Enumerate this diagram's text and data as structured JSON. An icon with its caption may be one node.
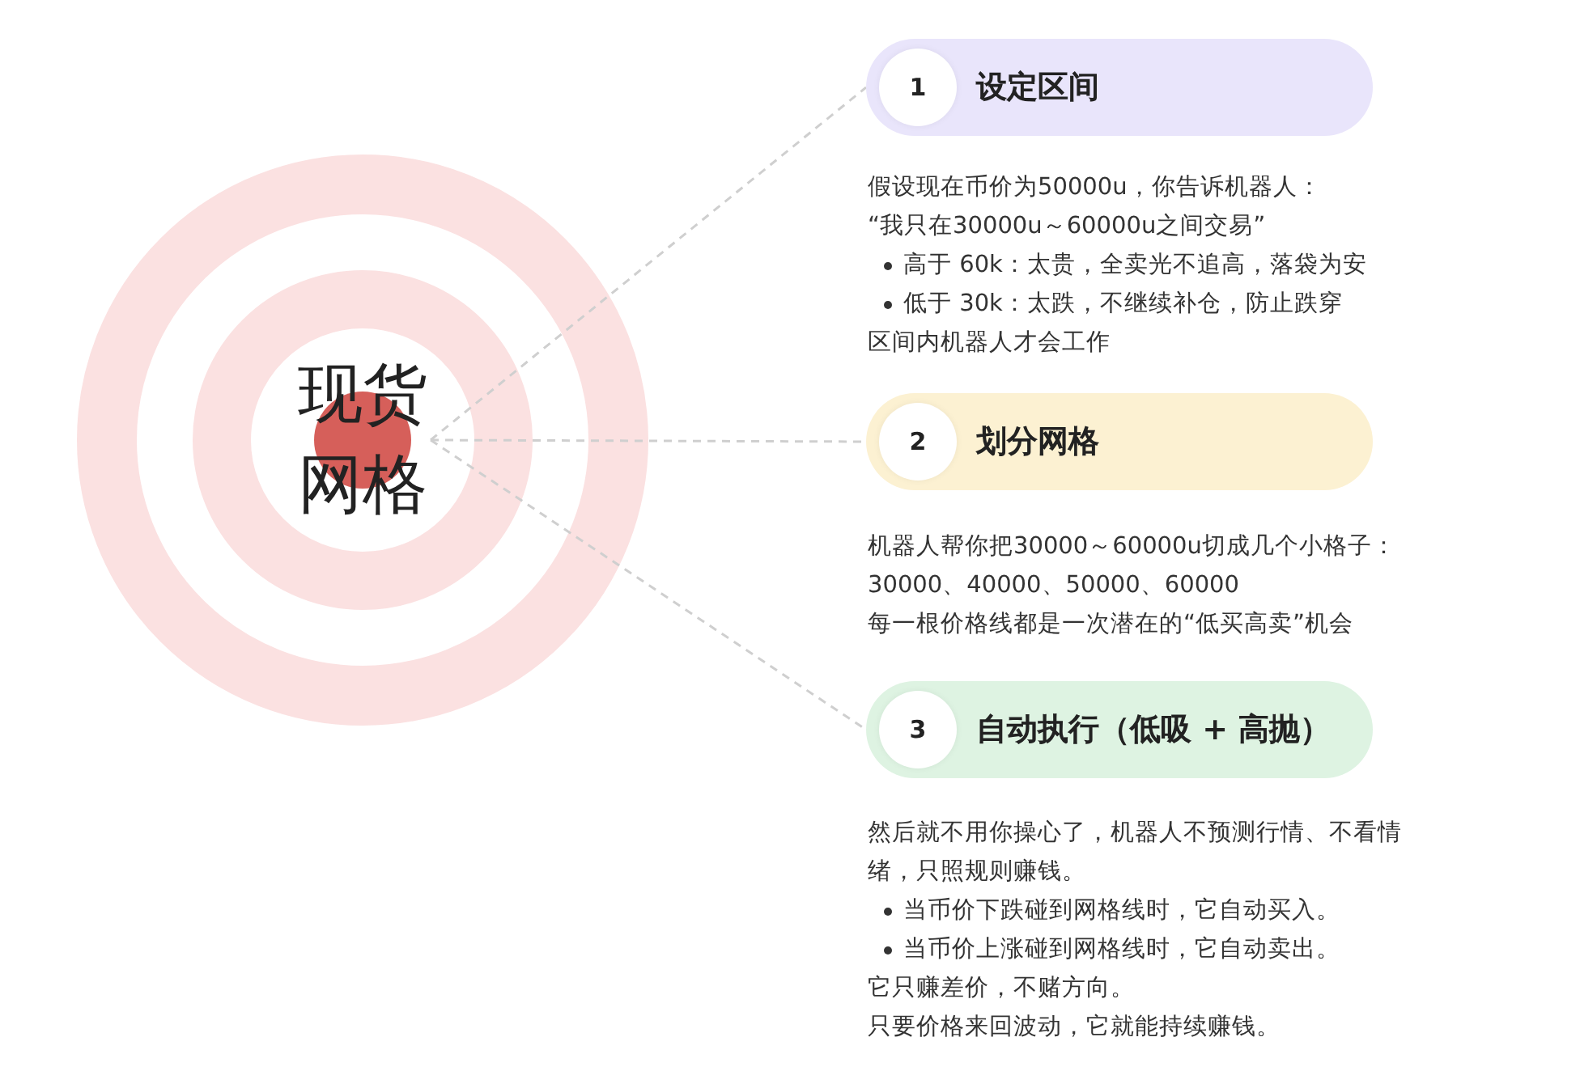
{
  "diagram": {
    "nodes": [
      {
        "text": [
          "现货网格"
        ]
      },
      {
        "text": [
          "1",
          "设定区间"
        ],
        "beside": [
          "假设现在币价为50000u，你告诉机器人：",
          "“我只在30000u～60000u之间交易”",
          "高于 60k：太贵，全卖光不追高，落袋为安",
          "低于 30k：太跌，不继续补仓，防止跌穿",
          "区间内机器人才会工作"
        ]
      },
      {
        "text": [
          "2",
          "划分网格"
        ],
        "beside": [
          "机器人帮你把30000～60000u切成几个小格子：",
          "30000、40000、50000、60000",
          "每一根价格线都是一次潜在的“低买高卖”机会"
        ]
      },
      {
        "text": [
          "3",
          "自动执行（低吸 + 高抛）"
        ],
        "beside": [
          "然后就不用你操心了，机器人不预测行情、不看情绪，只照规则赚钱。",
          "当币价下跌碰到网格线时，它自动买入。",
          "当币价上涨碰到网格线时，它自动卖出。",
          "它只赚差价，不赌方向。",
          "只要价格来回波动，它就能持续赚钱。"
        ]
      }
    ],
    "edges": [
      {
        "from": 0,
        "to": 1,
        "arrow": "none",
        "style": "dashed"
      },
      {
        "from": 0,
        "to": 2,
        "arrow": "none",
        "style": "dashed"
      },
      {
        "from": 0,
        "to": 3,
        "arrow": "none",
        "style": "dashed"
      }
    ]
  }
}
